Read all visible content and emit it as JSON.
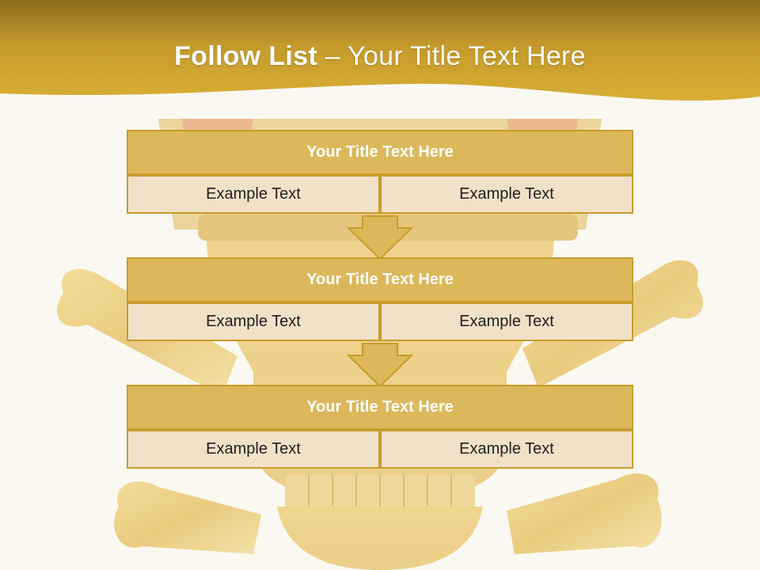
{
  "slide": {
    "title_bold": "Follow List",
    "title_rest": " – Your Title Text Here"
  },
  "colors": {
    "header_gold": "#d4a82f",
    "block_title_fill": "#dcb85a",
    "block_border": "#c89c2c",
    "cell_fill": "#f1e1c8",
    "arrow_fill": "#dcb85a"
  },
  "blocks": [
    {
      "title": "Your Title Text Here",
      "cells": [
        "Example Text",
        "Example Text"
      ]
    },
    {
      "title": "Your Title Text Here",
      "cells": [
        "Example Text",
        "Example Text"
      ]
    },
    {
      "title": "Your Title Text Here",
      "cells": [
        "Example Text",
        "Example Text"
      ]
    }
  ]
}
